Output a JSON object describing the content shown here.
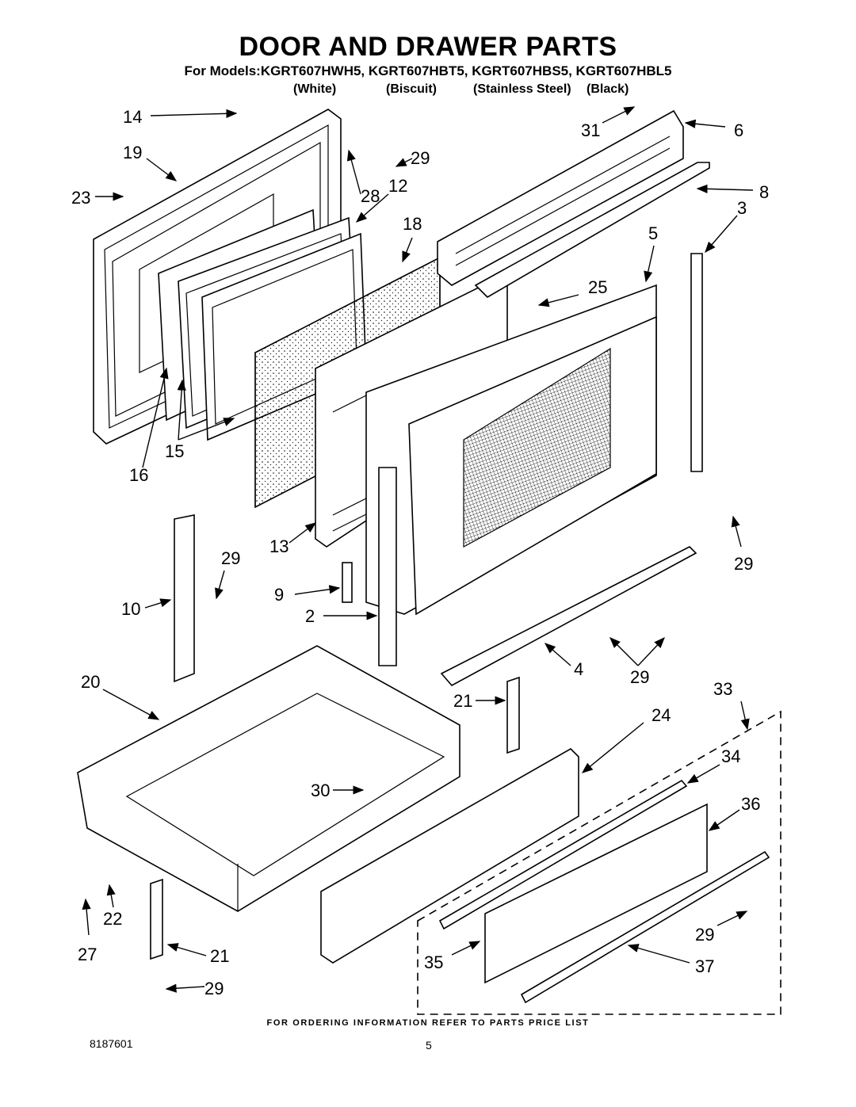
{
  "header": {
    "title": "DOOR AND DRAWER PARTS",
    "models": "For Models:KGRT607HWH5, KGRT607HBT5, KGRT607HBS5, KGRT607HBL5",
    "colors": [
      "(White)",
      "(Biscuit)",
      "(Stainless Steel)",
      "(Black)"
    ]
  },
  "callouts": [
    "14",
    "19",
    "23",
    "29",
    "28",
    "12",
    "31",
    "6",
    "8",
    "3",
    "18",
    "5",
    "25",
    "16",
    "15",
    "13",
    "9",
    "2",
    "10",
    "29",
    "29",
    "4",
    "29",
    "20",
    "21",
    "33",
    "24",
    "34",
    "30",
    "36",
    "22",
    "27",
    "21",
    "29",
    "35",
    "29",
    "37"
  ],
  "footer": {
    "ordering": "FOR ORDERING INFORMATION REFER TO PARTS PRICE LIST",
    "doc_number": "8187601",
    "page": "5"
  }
}
